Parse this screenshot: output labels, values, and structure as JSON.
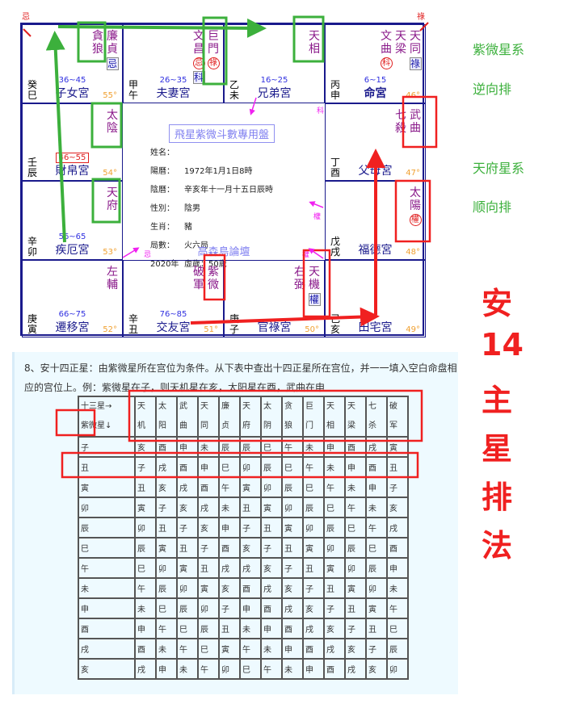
{
  "corners": {
    "top_left": "忌",
    "top_right": "祿"
  },
  "palaces": [
    {
      "branch": "巳",
      "stem_branch": "癸巳",
      "name": "子女宮",
      "age": "36~45",
      "degree": "55°",
      "stars": [
        {
          "t": "廉貞",
          "bx": "忌"
        },
        {
          "t": "貪狼"
        }
      ],
      "r": 0,
      "c": 0
    },
    {
      "branch": "午",
      "stem_branch": "甲午",
      "name": "夫妻宮",
      "age": "26~35",
      "degree": "",
      "stars": [
        {
          "t": "巨門",
          "ci": "祿"
        },
        {
          "t": "文昌",
          "ci": "忌",
          "bx": "科"
        }
      ],
      "r": 0,
      "c": 1
    },
    {
      "branch": "未",
      "stem_branch": "乙未",
      "name": "兄弟宮",
      "age": "16~25",
      "degree": "",
      "stars": [
        {
          "t": "天相"
        }
      ],
      "r": 0,
      "c": 2
    },
    {
      "branch": "申",
      "stem_branch": "丙申",
      "name": "命宮",
      "age": "6~15",
      "degree": "46°",
      "bold": true,
      "stars": [
        {
          "t": "天同",
          "bx": "祿"
        },
        {
          "t": "天梁"
        },
        {
          "t": "文曲",
          "ci": "科"
        }
      ],
      "r": 0,
      "c": 3
    },
    {
      "branch": "辰",
      "stem_branch": "壬辰",
      "name": "財帛宮",
      "age": "46~55",
      "age_highlight": true,
      "degree": "54°",
      "stars": [
        {
          "t": "太陰"
        }
      ],
      "r": 1,
      "c": 0
    },
    {
      "branch": "酉",
      "stem_branch": "丁酉",
      "name": "父母宮",
      "age": "",
      "degree": "47°",
      "stars": [
        {
          "t": "武曲"
        },
        {
          "t": "七殺"
        }
      ],
      "r": 1,
      "c": 3
    },
    {
      "branch": "卯",
      "stem_branch": "辛卯",
      "name": "疾厄宮",
      "age": "56~65",
      "degree": "53°",
      "stars": [
        {
          "t": "天府"
        }
      ],
      "r": 2,
      "c": 0
    },
    {
      "branch": "戌",
      "stem_branch": "戊戌",
      "name": "福德宮",
      "age": "",
      "degree": "48°",
      "stars": [
        {
          "t": "太陽",
          "ci": "權"
        }
      ],
      "r": 2,
      "c": 3
    },
    {
      "branch": "寅",
      "stem_branch": "庚寅",
      "name": "遷移宮",
      "age": "66~75",
      "degree": "52°",
      "stars": [
        {
          "t": "左輔"
        }
      ],
      "r": 3,
      "c": 0
    },
    {
      "branch": "丑",
      "stem_branch": "辛丑",
      "name": "交友宮",
      "age": "76~85",
      "degree": "51°",
      "stars": [
        {
          "t": "紫微"
        },
        {
          "t": "破軍"
        }
      ],
      "r": 3,
      "c": 1
    },
    {
      "branch": "子",
      "stem_branch": "庚子",
      "name": "官祿宮",
      "age": "",
      "degree": "50°",
      "stars": [
        {
          "t": "天機",
          "bx": "權"
        },
        {
          "t": "右弼"
        }
      ],
      "r": 3,
      "c": 2
    },
    {
      "branch": "亥",
      "stem_branch": "己亥",
      "name": "田宅宮",
      "age": "",
      "degree": "49°",
      "stars": [],
      "r": 3,
      "c": 3
    }
  ],
  "center": {
    "title": "飛星紫微斗數專用盤",
    "info": [
      {
        "k": "姓名：",
        "v": ""
      },
      {
        "k": "陽曆：",
        "v": "1972年1月1日8時"
      },
      {
        "k": "陰曆：",
        "v": "辛亥年十一月十五日辰時"
      },
      {
        "k": "性別：",
        "v": "陰男"
      },
      {
        "k": "生肖：",
        "v": "豬"
      },
      {
        "k": "局數：",
        "v": "火六局"
      },
      {
        "k": "2020年",
        "v": "虛歲：50歲"
      }
    ],
    "forum": "高森島論壇",
    "flying": {
      "ke": "科",
      "quan1": "權",
      "ji": "忌",
      "quan2": "權"
    }
  },
  "side_labels": {
    "ziwei": "紫微星系",
    "ziwei_dir": "逆向排",
    "tianfu": "天府星系",
    "tianfu_dir": "顺向排"
  },
  "big_title": [
    "安",
    "14",
    "主",
    "星",
    "排",
    "法"
  ],
  "section": {
    "paragraph": "8、安十四正星：由紫微星所在宫位为条件。从下表中查出十四正星所在宫位，并一一填入空白命盘相应的宫位上。例：紫微星在子，则天机星在亥，太阳星在酉，武曲在申",
    "table": {
      "corner_top": "十三星→",
      "corner_bottom": "紫微星↓",
      "stars": [
        [
          "天",
          "机"
        ],
        [
          "太",
          "阳"
        ],
        [
          "武",
          "曲"
        ],
        [
          "天",
          "同"
        ],
        [
          "廉",
          "贞"
        ],
        [
          "天",
          "府"
        ],
        [
          "太",
          "阴"
        ],
        [
          "贪",
          "狼"
        ],
        [
          "巨",
          "门"
        ],
        [
          "天",
          "相"
        ],
        [
          "天",
          "梁"
        ],
        [
          "七",
          "杀"
        ],
        [
          "破",
          "军"
        ]
      ],
      "rows": [
        [
          "子",
          "亥",
          "酉",
          "申",
          "未",
          "辰",
          "辰",
          "巳",
          "午",
          "未",
          "申",
          "酉",
          "戌",
          "寅"
        ],
        [
          "丑",
          "子",
          "戌",
          "酉",
          "申",
          "巳",
          "卯",
          "辰",
          "巳",
          "午",
          "未",
          "申",
          "酉",
          "丑"
        ],
        [
          "寅",
          "丑",
          "亥",
          "戌",
          "酉",
          "午",
          "寅",
          "卯",
          "辰",
          "巳",
          "午",
          "未",
          "申",
          "子"
        ],
        [
          "卯",
          "寅",
          "子",
          "亥",
          "戌",
          "未",
          "丑",
          "寅",
          "卯",
          "辰",
          "巳",
          "午",
          "未",
          "亥"
        ],
        [
          "辰",
          "卯",
          "丑",
          "子",
          "亥",
          "申",
          "子",
          "丑",
          "寅",
          "卯",
          "辰",
          "巳",
          "午",
          "戌"
        ],
        [
          "巳",
          "辰",
          "寅",
          "丑",
          "子",
          "酉",
          "亥",
          "子",
          "丑",
          "寅",
          "卯",
          "辰",
          "巳",
          "酉"
        ],
        [
          "午",
          "巳",
          "卯",
          "寅",
          "丑",
          "戌",
          "戌",
          "亥",
          "子",
          "丑",
          "寅",
          "卯",
          "辰",
          "申"
        ],
        [
          "未",
          "午",
          "辰",
          "卯",
          "寅",
          "亥",
          "酉",
          "戌",
          "亥",
          "子",
          "丑",
          "寅",
          "卯",
          "未"
        ],
        [
          "申",
          "未",
          "巳",
          "辰",
          "卯",
          "子",
          "申",
          "酉",
          "戌",
          "亥",
          "子",
          "丑",
          "寅",
          "午"
        ],
        [
          "酉",
          "申",
          "午",
          "巳",
          "辰",
          "丑",
          "未",
          "申",
          "酉",
          "戌",
          "亥",
          "子",
          "丑",
          "巳"
        ],
        [
          "戌",
          "酉",
          "未",
          "午",
          "巳",
          "寅",
          "午",
          "未",
          "申",
          "酉",
          "戌",
          "亥",
          "子",
          "辰"
        ],
        [
          "亥",
          "戌",
          "申",
          "未",
          "午",
          "卯",
          "巳",
          "午",
          "未",
          "申",
          "酉",
          "戌",
          "亥",
          "卯"
        ]
      ]
    }
  },
  "colors": {
    "green": "#3cb03c",
    "red": "#f02020",
    "navy": "#1a1a8c",
    "star": "#8a1a8a",
    "magenta": "#f020f0"
  }
}
